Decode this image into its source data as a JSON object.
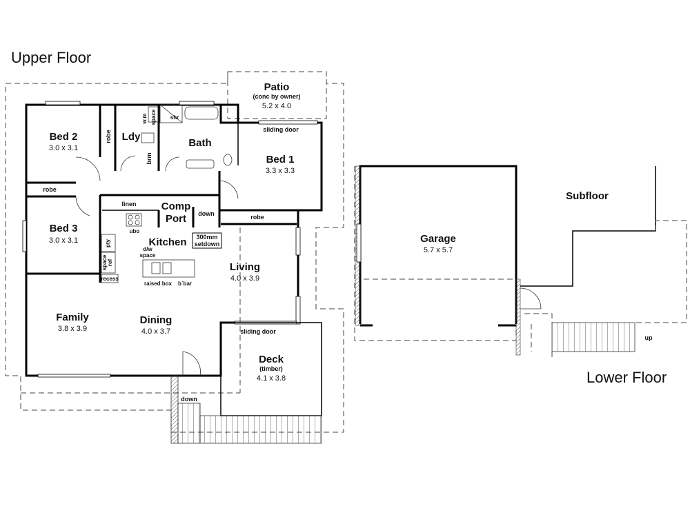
{
  "floors": {
    "upper": "Upper Floor",
    "lower": "Lower Floor"
  },
  "rooms": {
    "patio": {
      "name": "Patio",
      "note": "(conc by owner)",
      "dim": "5.2 x 4.0"
    },
    "bed2": {
      "name": "Bed 2",
      "dim": "3.0 x 3.1"
    },
    "ldy": {
      "name": "Ldy"
    },
    "bath": {
      "name": "Bath"
    },
    "bed1": {
      "name": "Bed 1",
      "dim": "3.3 x 3.3"
    },
    "bed3": {
      "name": "Bed 3",
      "dim": "3.0 x 3.1"
    },
    "comp_port": {
      "name_line1": "Comp",
      "name_line2": "Port"
    },
    "kitchen": {
      "name": "Kitchen"
    },
    "living": {
      "name": "Living",
      "dim": "4.0 x 3.9"
    },
    "family": {
      "name": "Family",
      "dim": "3.8 x 3.9"
    },
    "dining": {
      "name": "Dining",
      "dim": "4.0 x 3.7"
    },
    "deck": {
      "name": "Deck",
      "note": "(timber)",
      "dim": "4.1 x 3.8"
    },
    "garage": {
      "name": "Garage",
      "dim": "5.7 x 5.7"
    },
    "subfloor": {
      "name": "Subfloor"
    }
  },
  "labels": {
    "robe_bed2": "robe",
    "robe_bed3": "robe",
    "robe_bed1": "robe",
    "linen": "linen",
    "wm": "w.m",
    "space": "space",
    "shr": "shr",
    "brm": "brm",
    "sliding_door_bed1": "sliding door",
    "sliding_door_deck": "sliding door",
    "down_hall": "down",
    "down_deck": "down",
    "up_lower": "up",
    "ubo": "ubo",
    "pty": "pty",
    "ref": "ref",
    "ref_space": "space",
    "recess": "recess",
    "dw": "d/w",
    "dw_space": "space",
    "setdown_line1": "300mm",
    "setdown_line2": "setdown",
    "raised_box": "raised box",
    "bbar": "b`bar"
  }
}
